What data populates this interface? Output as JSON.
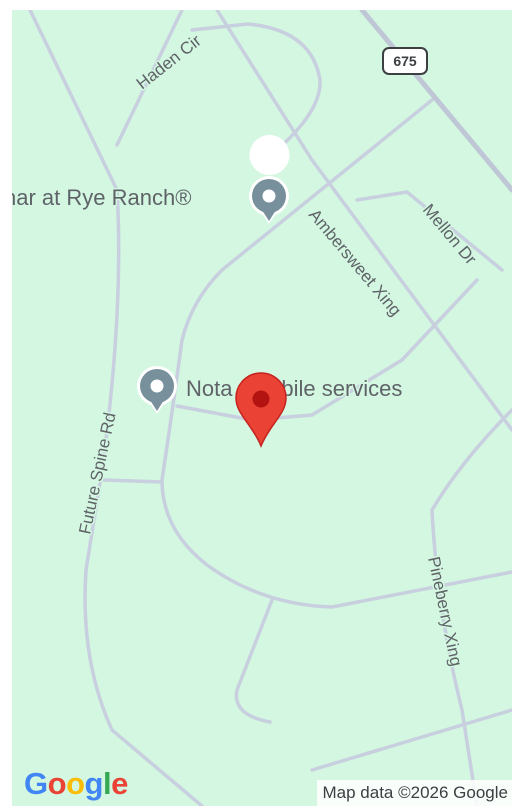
{
  "map": {
    "background_color": "#d3f7e1",
    "road_color": "#c8cfdf",
    "streets": {
      "haden": "Haden Cir",
      "ambersweet": "Ambersweet Xing",
      "mellon": "Mellon Dr",
      "future_spine": "Future Spine Rd",
      "pineberry": "Pineberry Xing"
    },
    "route_shield": "675",
    "pois": {
      "rye_ranch": "nar at Rye Ranch®",
      "notary": "Nota   mobile services"
    },
    "marker": {
      "color": "#ea4335",
      "icon": "map-pin-icon"
    },
    "poi_icon_color": "#78909c"
  },
  "logo": {
    "letters": [
      "G",
      "o",
      "o",
      "g",
      "l",
      "e"
    ]
  },
  "attribution": "Map data ©2026 Google"
}
